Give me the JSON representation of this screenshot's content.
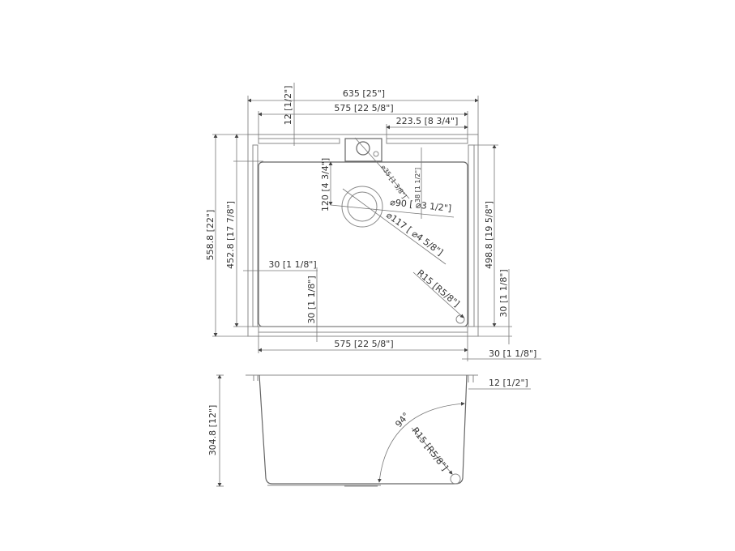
{
  "top_view": {
    "overall_width": "635 [25\"]",
    "inner_width_top": "575 [22 5/8\"]",
    "drain_offset": "223.5 [8 3/4\"]",
    "rim_thickness": "12 [1/2\"]",
    "overall_depth": "558.8 [22\"]",
    "inner_depth": "452.8 [17 7/8\"]",
    "right_depth": "498.8 [19 5/8\"]",
    "right_margin": "30 [1 1/8\"]",
    "drain_position": "120 [4 3/4\"]",
    "left_margin": "30 [1 1/8\"]",
    "bottom_margin": "30 [1 1/8\"]",
    "faucet_hole": "⌀35 [1 3/8\"]",
    "faucet_height": "38 [1 1/2\"]",
    "drain_inner": "⌀90 [ ⌀3 1/2\"]",
    "drain_outer": "⌀117 [ ⌀4 5/8\"]",
    "corner_radius": "R15 [R5/8\"]",
    "inner_width_bottom": "575 [22 5/8\"]",
    "bottom_right_margin": "30 [1 1/8\"]"
  },
  "side_view": {
    "depth": "304.8 [12\"]",
    "rim": "12 [1/2\"]",
    "angle": "94°",
    "corner_radius": "R15 [R5/8\"]"
  }
}
